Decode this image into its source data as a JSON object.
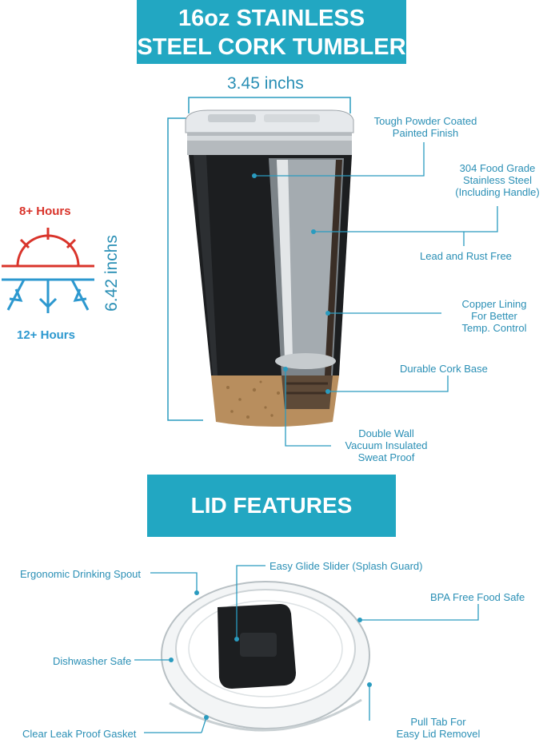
{
  "title": {
    "line1": "16oz STAINLESS",
    "line2": "STEEL CORK TUMBLER"
  },
  "dimensions": {
    "width": "3.45 inchs",
    "height": "6.42 inchs"
  },
  "temperature": {
    "hot": "8+ Hours",
    "cold": "12+ Hours",
    "hot_color": "#d9342b",
    "cold_color": "#2c98cf"
  },
  "tumbler_callouts": {
    "finish": [
      "Tough Powder Coated",
      "Painted Finish"
    ],
    "steel": [
      "304 Food Grade",
      "Stainless Steel",
      "(Including Handle)"
    ],
    "lead": "Lead and Rust Free",
    "copper": [
      "Copper Lining",
      "For Better",
      "Temp. Control"
    ],
    "cork": "Durable Cork Base",
    "wall": [
      "Double Wall",
      "Vacuum Insulated",
      "Sweat Proof"
    ]
  },
  "lid_section": {
    "title": "LID FEATURES",
    "spout": "Ergonomic Drinking Spout",
    "slider": "Easy Glide Slider (Splash Guard)",
    "bpa": "BPA Free Food Safe",
    "dishwasher": "Dishwasher Safe",
    "pull_tab": [
      "Pull Tab For",
      "Easy Lid Removel"
    ],
    "gasket": "Clear Leak Proof Gasket"
  },
  "colors": {
    "accent": "#22a7c2",
    "label": "#2a8fb5"
  }
}
